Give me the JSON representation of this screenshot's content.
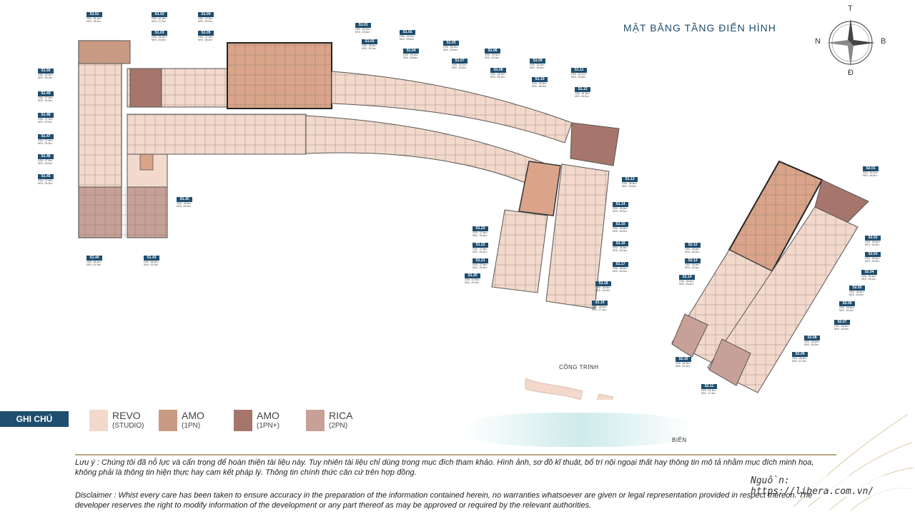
{
  "title": "MẶT BẰNG TẦNG ĐIỂN HÌNH",
  "compass": {
    "north": "T",
    "south": "Đ",
    "west": "N",
    "east": "B"
  },
  "labels": {
    "construction": "CÔNG TRÌNH",
    "sea": "BIỂN"
  },
  "units": [
    {
      "code": "S1.51",
      "gfa": "GFA : 82.4m²",
      "nfa": "NFA : 28.2m²"
    },
    {
      "code": "S1.50",
      "gfa": "GFA : 30.9m²",
      "nfa": "NFA : 28.1m²"
    },
    {
      "code": "S1.49",
      "gfa": "GFA : 27.9m²",
      "nfa": "NFA : 25.3m²"
    },
    {
      "code": "S1.48",
      "gfa": "GFA : 27.9m²",
      "nfa": "NFA : 25.3m²"
    },
    {
      "code": "S1.47",
      "gfa": "GFA : 27.9m²",
      "nfa": "NFA : 25.3m²"
    },
    {
      "code": "S1.46",
      "gfa": "GFA : 27.9m²",
      "nfa": "NFA : 25.3m²"
    },
    {
      "code": "S1.45",
      "gfa": "GFA : 27.9m²",
      "nfa": "NFA : 25.3m²"
    },
    {
      "code": "S1.44",
      "gfa": "GFA : 66.6m²",
      "nfa": "NFA : 61.3m²"
    },
    {
      "code": "S1.43",
      "gfa": "GFA : 66.6m²",
      "nfa": "NFA : 61.3m²"
    },
    {
      "code": "S1.42",
      "gfa": "GFA : 28.6m²",
      "nfa": "NFA : 26.0m²"
    },
    {
      "code": "S1.02",
      "gfa": "GFA : 61.9m²",
      "nfa": "NFA : 47.3m²"
    },
    {
      "code": "S1.03",
      "gfa": "GFA : 28.6m²",
      "nfa": "NFA : 26.0m²"
    },
    {
      "code": "S1.04",
      "gfa": "GFA : 27.9m²",
      "nfa": "NFA : 25.3m²"
    },
    {
      "code": "S1.05",
      "gfa": "GFA : 27.9m²",
      "nfa": "NFA : 26.0m²"
    },
    {
      "code": "S1.01",
      "gfa": "GFA : 26.2m²",
      "nfa": "NFA : 23.6m²"
    },
    {
      "code": "S1.02",
      "gfa": "GFA : 29.0m²",
      "nfa": "NFA : 26.6m²"
    },
    {
      "code": "S1.03",
      "gfa": "GFA : 28.6m²",
      "nfa": "NFA : 26.1m²"
    },
    {
      "code": "S1.04",
      "gfa": "GFA : 29.2m²",
      "nfa": "NFA : 26.8m²"
    },
    {
      "code": "S1.05",
      "gfa": "GFA : 28.0m²",
      "nfa": "NFA : 25.6m²"
    },
    {
      "code": "S1.06",
      "gfa": "GFA : 29.0m²",
      "nfa": "NFA : 26.3m²"
    },
    {
      "code": "S1.07",
      "gfa": "GFA : 29.1m²",
      "nfa": "NFA : 26.6m²"
    },
    {
      "code": "S1.08",
      "gfa": "GFA : 28.9m²",
      "nfa": "NFA : 26.1m²"
    },
    {
      "code": "S1.09",
      "gfa": "GFA : 29.0m²",
      "nfa": "NFA : 26.6m²"
    },
    {
      "code": "S1.10",
      "gfa": "GFA : 30.5m²",
      "nfa": "NFA : 28.0m²"
    },
    {
      "code": "S1.11",
      "gfa": "GFA : 31.1m²",
      "nfa": "NFA : 28.5m²"
    },
    {
      "code": "S1.12",
      "gfa": "GFA : 61.3m²",
      "nfa": "NFA : 46.2m²"
    },
    {
      "code": "S1.13",
      "gfa": "GFA : 28.6m²",
      "nfa": "NFA : 26.0m²"
    },
    {
      "code": "S1.14",
      "gfa": "GFA : 28.6m²",
      "nfa": "NFA : 26.0m²"
    },
    {
      "code": "S1.15",
      "gfa": "GFA : 28.6m²",
      "nfa": "NFA : 26.0m²"
    },
    {
      "code": "S1.16",
      "gfa": "GFA : 28.6m²",
      "nfa": "NFA : 26.0m²"
    },
    {
      "code": "S1.17",
      "gfa": "GFA : 28.6m²",
      "nfa": "NFA : 26.0m²"
    },
    {
      "code": "S1.18",
      "gfa": "GFA : 28.6m²",
      "nfa": "NFA : 26.0m²"
    },
    {
      "code": "S1.19",
      "gfa": "GFA : 28.6m²",
      "nfa": "NFA : 27.0m²"
    },
    {
      "code": "S1.23",
      "gfa": "GFA : 27.8m²",
      "nfa": "NFA : 25.4m²"
    },
    {
      "code": "S1.22",
      "gfa": "GFA : 27.8m²",
      "nfa": "NFA : 25.4m²"
    },
    {
      "code": "S1.21",
      "gfa": "GFA : 27.8m²",
      "nfa": "NFA : 25.4m²"
    },
    {
      "code": "S1.20",
      "gfa": "GFA : 27.8m²",
      "nfa": "NFA : 25.4m²"
    },
    {
      "code": "S2.01",
      "gfa": "GFA : 63.1m²",
      "nfa": "NFA : 46.9m²"
    },
    {
      "code": "S2.02",
      "gfa": "GFA : 28.6m²",
      "nfa": "NFA : 26.0m²"
    },
    {
      "code": "S2.03",
      "gfa": "GFA : 28.6m²",
      "nfa": "NFA : 26.0m²"
    },
    {
      "code": "S2.04",
      "gfa": "GFA : 28.6m²",
      "nfa": "NFA : 26.0m²"
    },
    {
      "code": "S2.05",
      "gfa": "GFA : 28.6m²",
      "nfa": "NFA : 26.0m²"
    },
    {
      "code": "S2.06",
      "gfa": "GFA : 28.6m²",
      "nfa": "NFA : 26.0m²"
    },
    {
      "code": "S2.07",
      "gfa": "GFA : 28.6m²",
      "nfa": "NFA : 26.0m²"
    },
    {
      "code": "S2.08",
      "gfa": "GFA : 28.6m²",
      "nfa": "NFA : 26.0m²"
    },
    {
      "code": "S2.09",
      "gfa": "GFA : 66.9m²",
      "nfa": "NFA : 61.3m²"
    },
    {
      "code": "S2.10",
      "gfa": "GFA : 66.9m²",
      "nfa": "NFA : 61.3m²"
    },
    {
      "code": "S2.11",
      "gfa": "GFA : 61.9m²",
      "nfa": "NFA : 47.3m²"
    },
    {
      "code": "S2.12",
      "gfa": "GFA : 28.6m²",
      "nfa": "NFA : 26.0m²"
    },
    {
      "code": "S2.13",
      "gfa": "GFA : 28.6m²",
      "nfa": "NFA : 26.0m²"
    },
    {
      "code": "S2.14",
      "gfa": "GFA : 28.6m²",
      "nfa": "NFA : 26.0m²"
    }
  ],
  "legend": {
    "heading": "GHI CHÚ",
    "items": [
      {
        "name": "REVO",
        "sub": "(STUDIO)",
        "color": "#f2d9cc"
      },
      {
        "name": "AMO",
        "sub": "(1PN)",
        "color": "#c99a82"
      },
      {
        "name": "AMO",
        "sub": "(1PN+)",
        "color": "#a6766c"
      },
      {
        "name": "RICA",
        "sub": "(2PN)",
        "color": "#c7a197"
      }
    ]
  },
  "colors": {
    "revo": "#f2d9cc",
    "amo": "#d4a58c",
    "amo_plus": "#a6766c",
    "rica": "#c7a197",
    "wall": "#555555",
    "core": "#d9a48a",
    "accent": "#1f4e6e"
  },
  "note": "Lưu ý : Chúng tôi đã nỗ lực và cẩn trọng để hoàn thiện tài liệu này. Tuy nhiên tài liệu chỉ dùng trong mục đích tham khảo. Hình ảnh, sơ đồ kĩ thuật, bố trí nội ngoại thất hay thông tin mô tả nhằm mục đích minh họa, không phải là thông tin hiện thực hay cam kết pháp lý. Thông tin chính thức căn cứ trên hợp đồng.",
  "disclaimer": "Disclaimer : Whist every care has been taken to ensure accuracy in the preparation of the information contained herein, no warranties whatsoever are given or legal representation provided in respect thereon. The developer reserves the right to modify information of the development or any part thereof as may be approved or required by the relevant authorities.",
  "source": "Nguồn: https://libera.com.vn/"
}
